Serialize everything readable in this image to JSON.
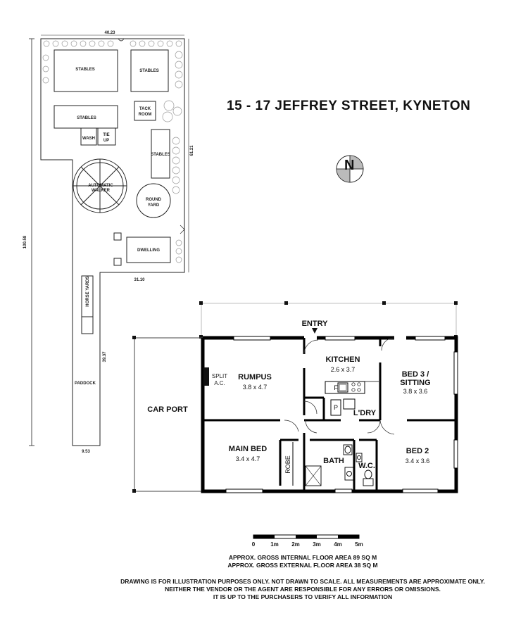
{
  "title": "15 - 17 JEFFREY STREET, KYNETON",
  "compass": {
    "letter": "N"
  },
  "site": {
    "dims": {
      "top": "40.23",
      "right": "61.21",
      "left": "100.58",
      "mid": "31.10",
      "lane": "39.37",
      "bottom": "9.53"
    },
    "labels": {
      "stables1": "STABLES",
      "stables2": "STABLES",
      "stables3": "STABLES",
      "stables4": "STABLES",
      "tack1": "TACK",
      "tack2": "ROOM",
      "wash": "WASH",
      "tie1": "TIE",
      "tie2": "UP",
      "walker1": "AUTOMATIC",
      "walker2": "WALKER",
      "round1": "ROUND",
      "round2": "YARD",
      "dwelling": "DWELLING",
      "horse_yards": "HORSE YARDS",
      "paddock": "PADDOCK"
    }
  },
  "floor": {
    "entry": "ENTRY",
    "carport": "CAR PORT",
    "split1": "SPLIT",
    "split2": "A.C.",
    "rumpus": {
      "name": "RUMPUS",
      "size": "3.8 x 4.7"
    },
    "kitchen": {
      "name": "KITCHEN",
      "size": "2.6 x 3.7"
    },
    "bed3": {
      "name1": "BED 3 /",
      "name2": "SITTING",
      "size": "3.8 x 3.6"
    },
    "ldry": "L'DRY",
    "f": "F",
    "p": "P",
    "main_bed": {
      "name": "MAIN BED",
      "size": "3.4 x 4.7"
    },
    "robe": "ROBE",
    "bath": "BATH",
    "wc": "W.C.",
    "bed2": {
      "name": "BED 2",
      "size": "3.4 x 3.6"
    }
  },
  "scale": {
    "ticks": [
      "0",
      "1m",
      "2m",
      "3m",
      "4m",
      "5m"
    ]
  },
  "area": {
    "internal": "APPROX. GROSS INTERNAL FLOOR AREA 89 SQ M",
    "external": "APPROX. GROSS EXTERNAL FLOOR AREA 38 SQ M"
  },
  "disclaimer": {
    "line1": "DRAWING IS FOR ILLUSTRATION PURPOSES ONLY. NOT DRAWN TO SCALE. ALL MEASUREMENTS ARE APPROXIMATE ONLY.",
    "line2": "NEITHER THE VENDOR OR THE AGENT ARE RESPONSIBLE FOR ANY ERRORS OR OMISSIONS.",
    "line3": "IT IS UP TO THE PURCHASERS TO VERIFY ALL INFORMATION"
  }
}
